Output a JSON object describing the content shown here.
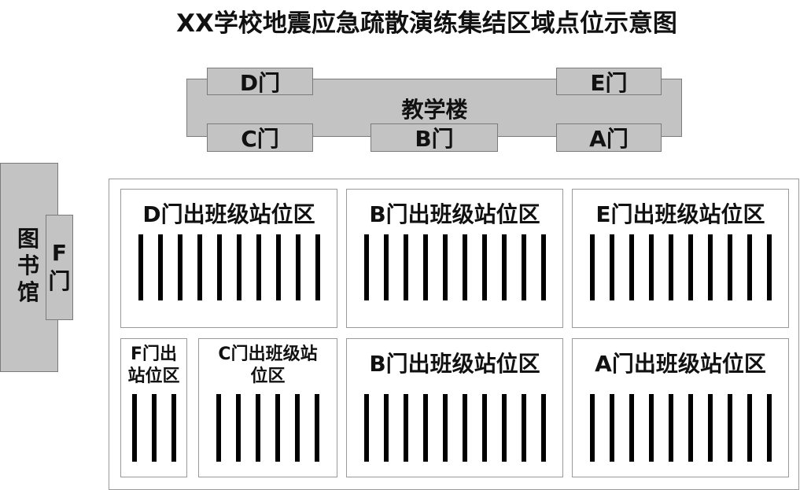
{
  "title": "XX学校地震应急疏散演练集结区域点位示意图",
  "teaching_building": {
    "label": "教学楼",
    "doors": {
      "D": "D门",
      "E": "E门",
      "C": "C门",
      "B": "B门",
      "A": "A门"
    }
  },
  "library": {
    "label_lines": [
      "图",
      "书",
      "馆"
    ],
    "door_lines": [
      "F",
      "门"
    ]
  },
  "zones": {
    "d_top": {
      "title": "D门出班级站位区",
      "row_count": 10
    },
    "b_top": {
      "title": "B门出班级站位区",
      "row_count": 10
    },
    "e_top": {
      "title": "E门出班级站位区",
      "row_count": 10
    },
    "f_bottom": {
      "title_lines": [
        "F门出",
        "站位区"
      ],
      "row_count": 3
    },
    "c_bottom": {
      "title_lines": [
        "C门出班级站",
        "位区"
      ],
      "row_count": 6
    },
    "b_bottom": {
      "title": "B门出班级站位区",
      "row_count": 10
    },
    "a_bottom": {
      "title": "A门出班级站位区",
      "row_count": 10
    }
  }
}
